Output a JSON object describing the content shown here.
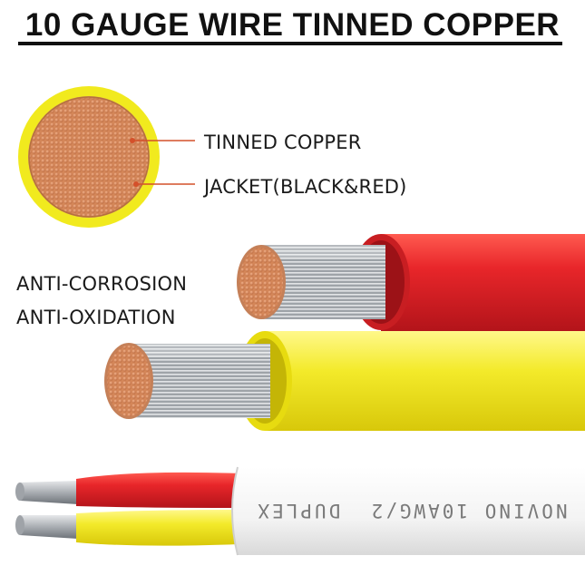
{
  "header": {
    "title": "10 GAUGE WIRE TINNED COPPER"
  },
  "callouts": {
    "conductor": "TINNED COPPER",
    "jacket": "JACKET(BLACK&RED)"
  },
  "features": [
    "ANTI-CORROSION",
    "ANTI-OXIDATION"
  ],
  "cable_print": "NOVINO 10AWG/2  DUPLEX",
  "colors": {
    "copper": "#d98a5a",
    "copper_dark": "#a85a34",
    "jacket_yellow": "#f3ea2a",
    "jacket_red": "#e8262a",
    "callout_line": "#d4502a",
    "strand_silver": "#b9bcc0",
    "sheath_white": "#f5f5f5"
  }
}
